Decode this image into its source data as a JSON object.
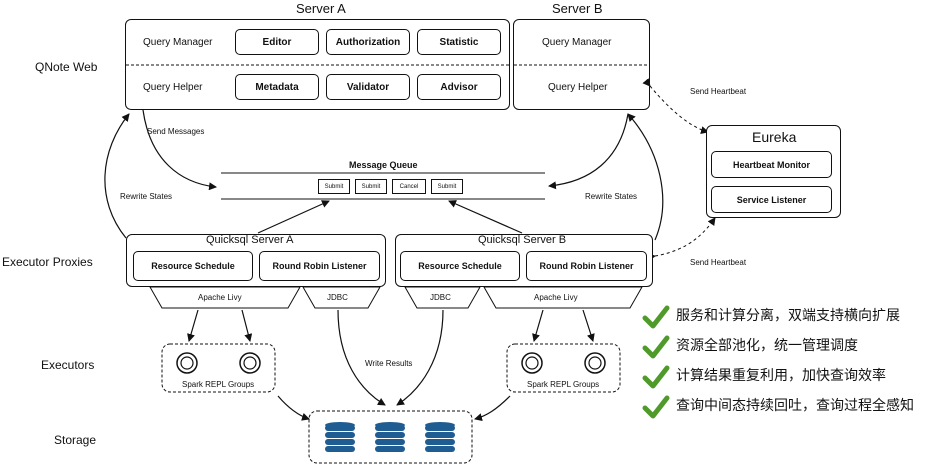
{
  "servers": {
    "a_title": "Server A",
    "b_title": "Server B",
    "a_query_manager": "Query Manager",
    "a_query_helper": "Query Helper",
    "a_buttons_top": [
      "Editor",
      "Authorization",
      "Statistic"
    ],
    "a_buttons_bottom": [
      "Metadata",
      "Validator",
      "Advisor"
    ],
    "b_query_manager": "Query Manager",
    "b_query_helper": "Query Helper"
  },
  "layers": {
    "web": "QNote Web",
    "proxies": "Executor Proxies",
    "executors": "Executors",
    "storage": "Storage"
  },
  "queue": {
    "title": "Message Queue",
    "items": [
      "Submit",
      "Submit",
      "Cancel",
      "Submit"
    ]
  },
  "eureka": {
    "title": "Eureka",
    "heartbeat_monitor": "Heartbeat Monitor",
    "service_listener": "Service Listener"
  },
  "proxies": {
    "a_title": "Quicksql Server A",
    "b_title": "Quicksql Server B",
    "a_resource": "Resource Schedule",
    "a_rr": "Round Robin Listener",
    "b_resource": "Resource Schedule",
    "b_rr": "Round Robin Listener",
    "a_livy": "Apache Livy",
    "a_jdbc": "JDBC",
    "b_jdbc": "JDBC",
    "b_livy": "Apache Livy"
  },
  "executors": {
    "left_label": "Spark REPL Groups",
    "right_label": "Spark REPL Groups"
  },
  "edges": {
    "send_messages": "Send Messages",
    "rewrite_left": "Rewrite States",
    "rewrite_right": "Rewrite States",
    "heartbeat_top": "Send Heartbeat",
    "heartbeat_bottom": "Send Heartbeat",
    "write_results": "Write Results"
  },
  "features": [
    "服务和计算分离，双端支持横向扩展",
    "资源全部池化，统一管理调度",
    "计算结果重复利用，加快查询效率",
    "查询中间态持续回吐，查询过程全感知"
  ],
  "colors": {
    "check": "#4f9a2a",
    "db": "#1f5c92",
    "line": "#111111"
  }
}
